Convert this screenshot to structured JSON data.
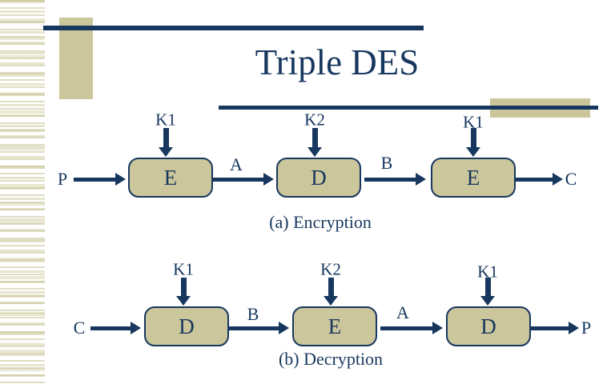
{
  "slide": {
    "title": "Triple DES"
  },
  "colors": {
    "navy": "#17375E",
    "box_fill": "#CBC69B",
    "stripe_tan": "#D6D3AE",
    "background": "#FFFFFF"
  },
  "encryption": {
    "caption": "(a) Encryption",
    "input": "P",
    "output": "C",
    "keys": [
      "K1",
      "K2",
      "K1"
    ],
    "boxes": [
      "E",
      "D",
      "E"
    ],
    "intermediate": [
      "A",
      "B"
    ]
  },
  "decryption": {
    "caption": "(b) Decryption",
    "input": "C",
    "output": "P",
    "keys": [
      "K1",
      "K2",
      "K1"
    ],
    "boxes": [
      "D",
      "E",
      "D"
    ],
    "intermediate": [
      "B",
      "A"
    ]
  }
}
